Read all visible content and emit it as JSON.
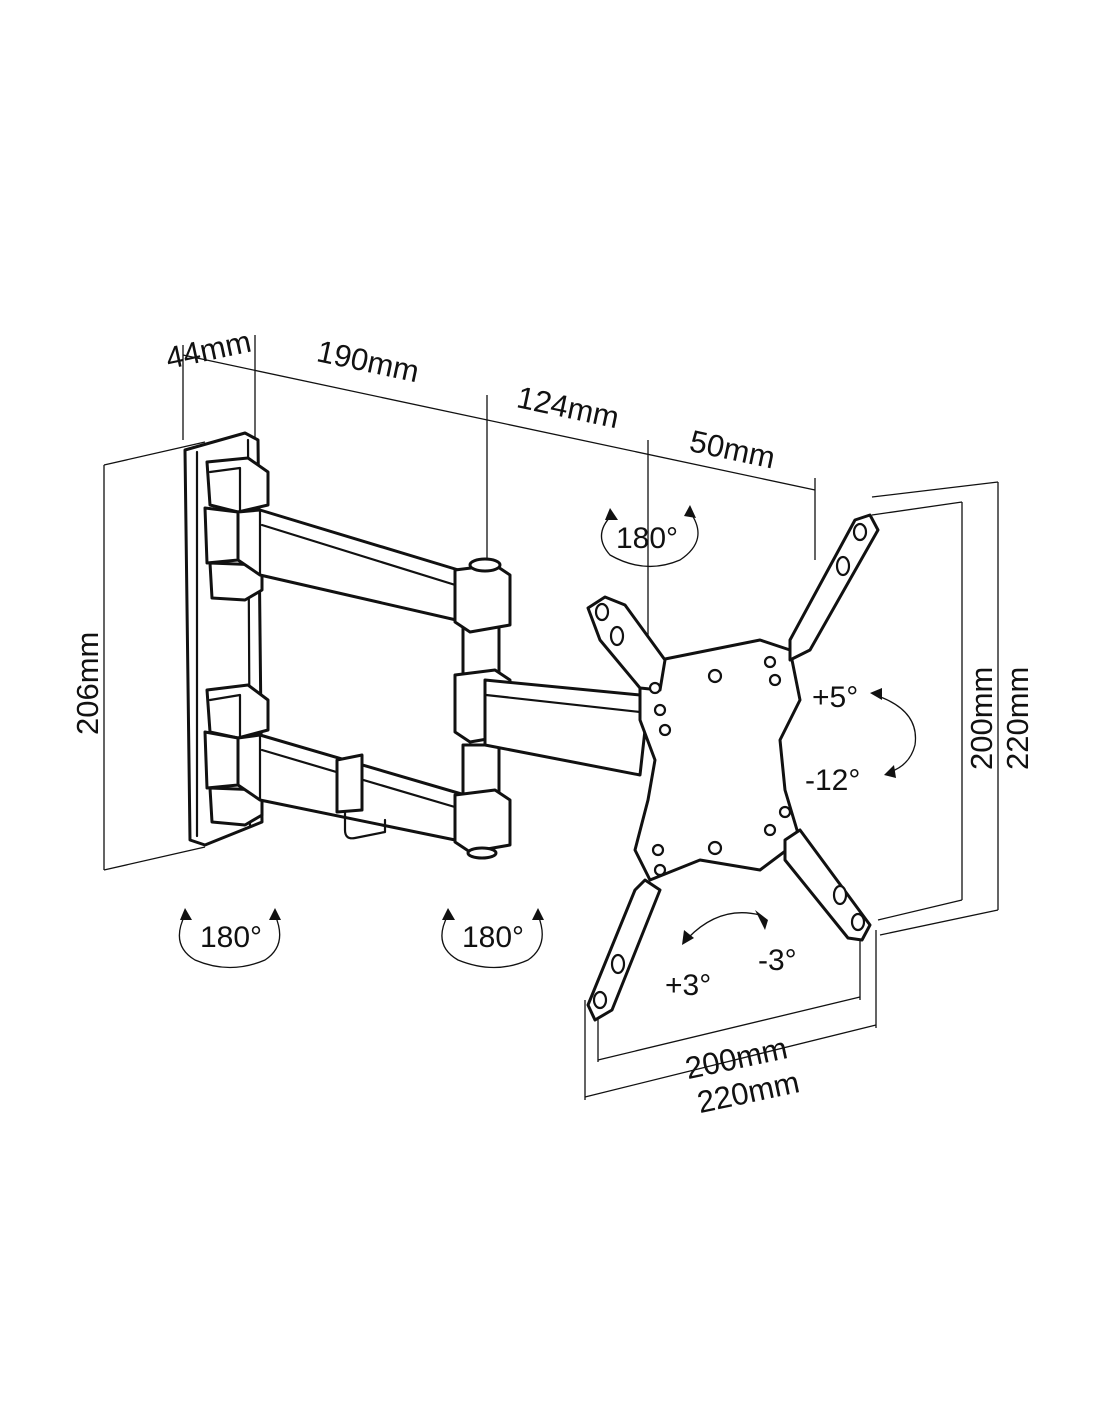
{
  "dimensions": {
    "depth_wall_plate": "44mm",
    "arm_length_1": "190mm",
    "arm_length_2": "124mm",
    "tilt_head_depth": "50mm",
    "wall_plate_height": "206mm",
    "vesa_vertical_inner": "200mm",
    "vesa_vertical_outer": "220mm",
    "vesa_horizontal_inner": "200mm",
    "vesa_horizontal_outer": "220mm"
  },
  "rotations": {
    "swivel_head": "180°",
    "swivel_wall": "180°",
    "swivel_elbow": "180°",
    "tilt_up": "+5°",
    "tilt_down": "-12°",
    "level_plus": "+3°",
    "level_minus": "-3°"
  },
  "colors": {
    "line": "#111111",
    "background": "#ffffff"
  }
}
